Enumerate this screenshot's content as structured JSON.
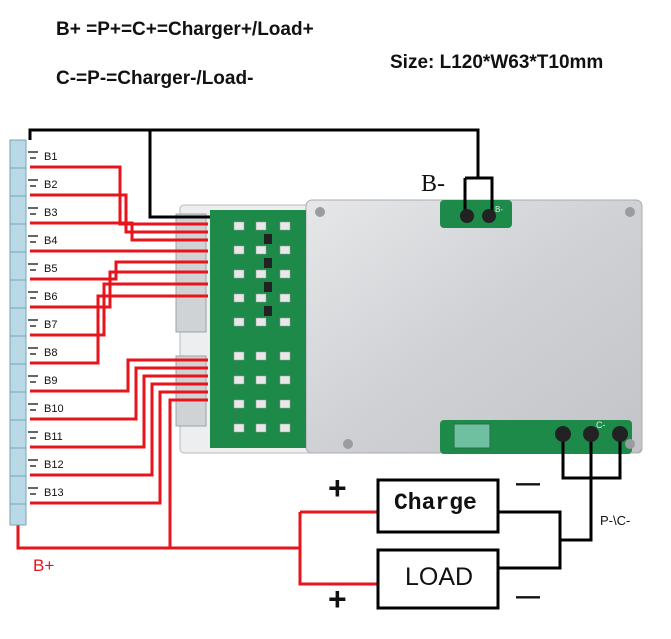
{
  "header": {
    "line1": "B+ =P+=C+=Charger+/Load+",
    "line2": "C-=P-=Charger-/Load-",
    "size": "Size: L120*W63*T10mm"
  },
  "labels": {
    "b_minus": "B-",
    "b_plus": "B+",
    "p_c_minus": "P-\\C-",
    "charge": "Charge",
    "load": "LOAD",
    "plus_top": "+",
    "plus_bottom": "+",
    "minus_top": "—",
    "minus_bottom": "—",
    "pad_b_minus": "B-",
    "pad_c_minus": "C-"
  },
  "cells": [
    "B1",
    "B2",
    "B3",
    "B4",
    "B5",
    "B6",
    "B7",
    "B8",
    "B9",
    "B10",
    "B11",
    "B12",
    "B13"
  ],
  "colors": {
    "red": "#e8141b",
    "black": "#000000",
    "pcb": "#1d8a4a",
    "plate": "#d4d6d8",
    "cell": "#b9d9e6"
  }
}
